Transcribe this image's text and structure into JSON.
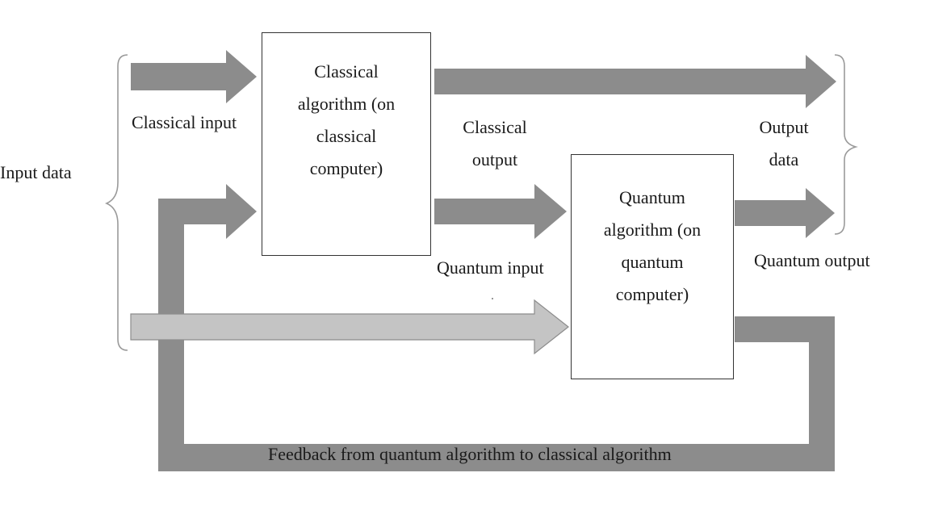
{
  "colors": {
    "dark_arrow": "#8c8c8c",
    "light_arrow": "#c4c4c4",
    "light_arrow_edge": "#8c8c8c",
    "brace": "#9a9a9a",
    "box_border": "#333333",
    "text": "#1a1a1a"
  },
  "labels": {
    "input_data": "Input data",
    "classical_input": "Classical input",
    "classical_output": "Classical\noutput",
    "quantum_input": "Quantum input",
    "output_data": "Output\ndata",
    "quantum_output": "Quantum output",
    "feedback": "Feedback from quantum   algorithm to classical algorithm"
  },
  "boxes": {
    "classical": "Classical\nalgorithm (on\nclassical\ncomputer)",
    "quantum": "Quantum\nalgorithm (on\nquantum\ncomputer)"
  }
}
